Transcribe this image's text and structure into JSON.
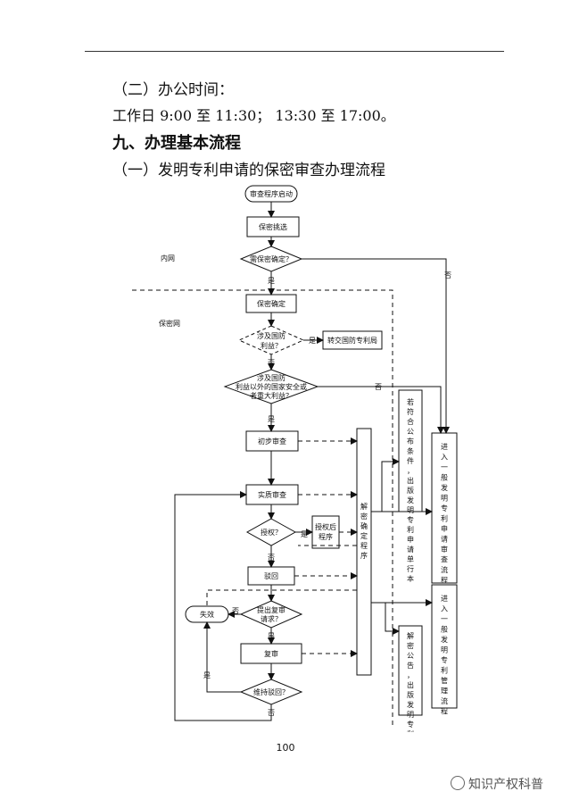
{
  "office_hours_title": "（二）办公时间：",
  "office_hours_text": "工作日 9:00 至 11:30； 13:30 至 17:00。",
  "section_title": "九、办理基本流程",
  "subsection_title": "（一）发明专利申请的保密审查办理流程",
  "flow": {
    "start": "审查程序启动",
    "select": "保密挑选",
    "need_confirm": "需保密确定？",
    "zone_inner": "内网",
    "zone_secret": "保密网",
    "yes": "是",
    "no": "否",
    "confirm": "保密确定",
    "defense_l1": "涉及国防",
    "defense_l2": "利益？",
    "transfer_defense": "转交国防专利局",
    "national_l1": "涉及国防",
    "national_l2": "利益以外的国家安全或",
    "national_l3": "者重大利益？",
    "prelim": "初步审查",
    "substantive": "实质审查",
    "grant": "授权？",
    "post_grant_l1": "授权后",
    "post_grant_l2": "程序",
    "reject": "驳回",
    "request_l1": "提出复审",
    "request_l2": "请求？",
    "invalid": "失效",
    "review": "复审",
    "maintain": "维持驳回？",
    "declassify": "解密确定程序",
    "publish_col": "若符合公布条件，出版发明专利申请单行本",
    "general_exam_col": "进入一般发明专利申请审查流程",
    "decl_pub_col": "解密公告，出版发明专利单行本",
    "general_mgmt_col": "进入一般发明专利管理流程"
  },
  "page_number": "100",
  "watermark": "知识产权科普"
}
